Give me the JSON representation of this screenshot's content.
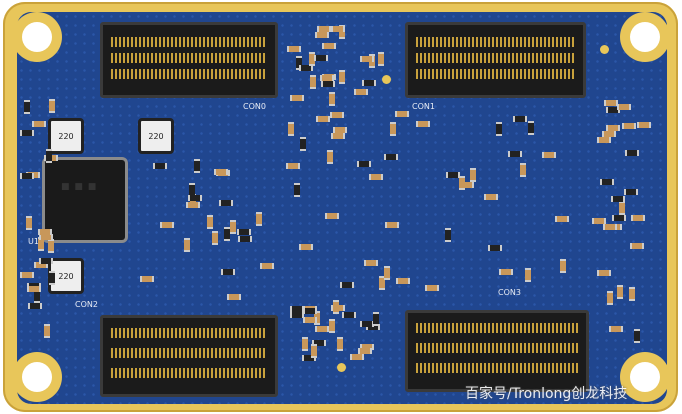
{
  "board": {
    "watermark": "百家号/Tronlong创龙科技",
    "chip_label": "U1",
    "connector_labels": [
      "CON0",
      "CON1",
      "CON2",
      "CON3"
    ],
    "inductor_labels": [
      "220",
      "220",
      "220"
    ],
    "colors": {
      "solder_mask": "#20468f",
      "gold": "#e8c65a"
    }
  }
}
